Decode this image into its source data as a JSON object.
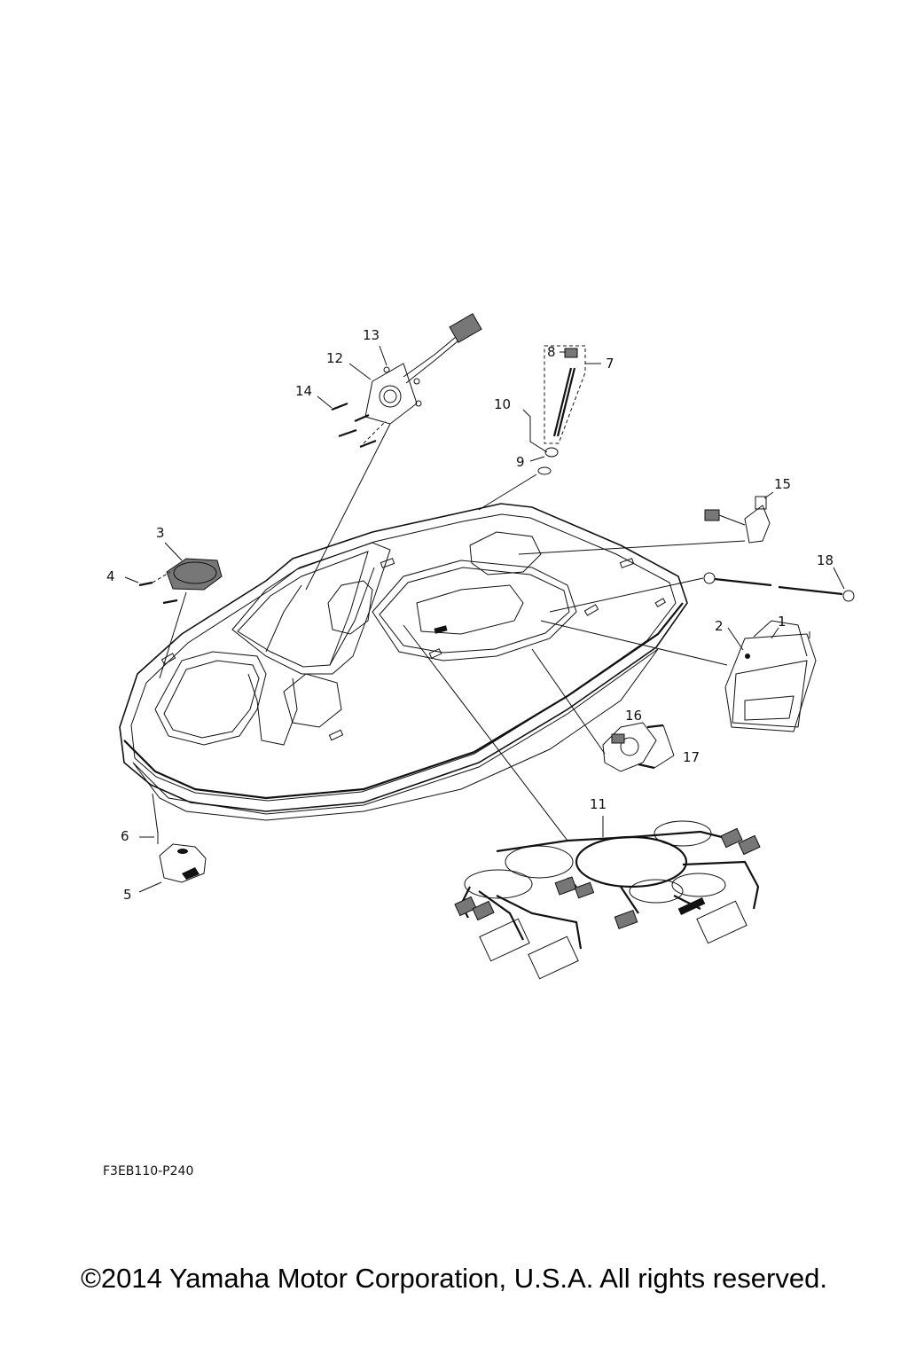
{
  "callouts": {
    "n1": "1",
    "n2": "2",
    "n3": "3",
    "n4": "4",
    "n5": "5",
    "n6": "6",
    "n7": "7",
    "n8": "8",
    "n9": "9",
    "n10": "10",
    "n11": "11",
    "n12": "12",
    "n13": "13",
    "n14": "14",
    "n15": "15",
    "n16": "16",
    "n17": "17",
    "n18": "18"
  },
  "diagram_code": "F3EB110-P240",
  "copyright": "©2014 Yamaha Motor Corporation, U.S.A. All rights reserved."
}
